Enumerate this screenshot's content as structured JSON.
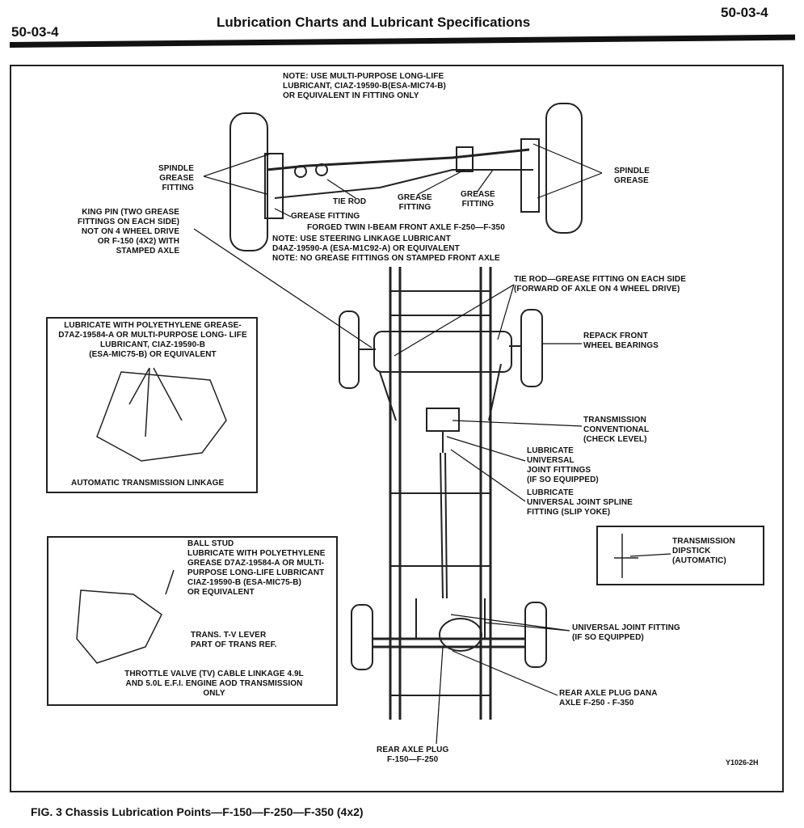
{
  "header": {
    "page_left": "50-03-4",
    "title": "Lubrication Charts and Lubricant Specifications",
    "page_right": "50-03-4"
  },
  "labels": {
    "note_top": "NOTE:  USE MULTI-PURPOSE LONG-LIFE\n            LUBRICANT, CIAZ-19590-B(ESA-MIC74-B)\n            OR EQUIVALENT IN FITTING ONLY",
    "spindle_grease_fitting": "SPINDLE\nGREASE\nFITTING",
    "spindle_grease_right": "SPINDLE\nGREASE",
    "tie_rod": "TIE ROD",
    "grease_fitting_mid": "GREASE\nFITTING",
    "grease_fitting_right": "GREASE\nFITTING",
    "grease_fitting_low": "GREASE FITTING",
    "king_pin": "KING PIN (TWO GREASE\nFITTINGS ON EACH SIDE)\nNOT ON 4 WHEEL DRIVE\nOR F-150 (4X2) WITH\nSTAMPED AXLE",
    "forged_axle": "FORGED TWIN I-BEAM FRONT AXLE F-250—F-350",
    "note_steering": "NOTE:  USE STEERING LINKAGE LUBRICANT\n            D4AZ-19590-A (ESA-M1C92-A) OR EQUIVALENT\n            NOTE: NO GREASE FITTINGS ON STAMPED FRONT AXLE",
    "tie_rod_each_side": "TIE ROD—GREASE FITTING ON EACH SIDE\n(FORWARD OF AXLE ON 4 WHEEL DRIVE)",
    "repack_bearings": "REPACK FRONT\nWHEEL BEARINGS",
    "transmission_conventional": "TRANSMISSION\nCONVENTIONAL\n(CHECK LEVEL)",
    "lubricate_uj_fittings": "LUBRICATE\nUNIVERSAL\nJOINT FITTINGS\n(IF SO EQUIPPED)",
    "lubricate_uj_spline": "LUBRICATE\nUNIVERSAL JOINT SPLINE\nFITTING (SLIP YOKE)",
    "transmission_dipstick": "TRANSMISSION\nDIPSTICK\n(AUTOMATIC)",
    "universal_joint_fitting": "UNIVERSAL JOINT FITTING\n(IF SO EQUIPPED)",
    "rear_axle_plug_dana": "REAR AXLE PLUG DANA\nAXLE F-250 - F-350",
    "rear_axle_plug": "REAR AXLE PLUG\nF-150—F-250",
    "auto_linkage_note": "LUBRICATE WITH POLYETHYLENE GREASE-\nD7AZ-19584-A OR MULTI-PURPOSE LONG- LIFE\nLUBRICANT, CIAZ-19590-B\n(ESA-MIC75-B) OR EQUIVALENT",
    "auto_linkage_title": "AUTOMATIC TRANSMISSION LINKAGE",
    "ball_stud_note": "BALL STUD\nLUBRICATE WITH POLYETHYLENE\nGREASE D7AZ-19584-A OR MULTI-\nPURPOSE LONG-LIFE LUBRICANT\nCIAZ-19590-B (ESA-MIC75-B)\nOR EQUIVALENT",
    "tv_lever": "TRANS. T-V LEVER\nPART OF TRANS REF.",
    "throttle_title": "THROTTLE VALVE (TV) CABLE LINKAGE 4.9L\nAND 5.0L E.F.I. ENGINE AOD TRANSMISSION\nONLY"
  },
  "figure_code": "Y1026-2H",
  "caption": "FIG. 3  Chassis Lubrication Points—F-150—F-250—F-350 (4x2)"
}
